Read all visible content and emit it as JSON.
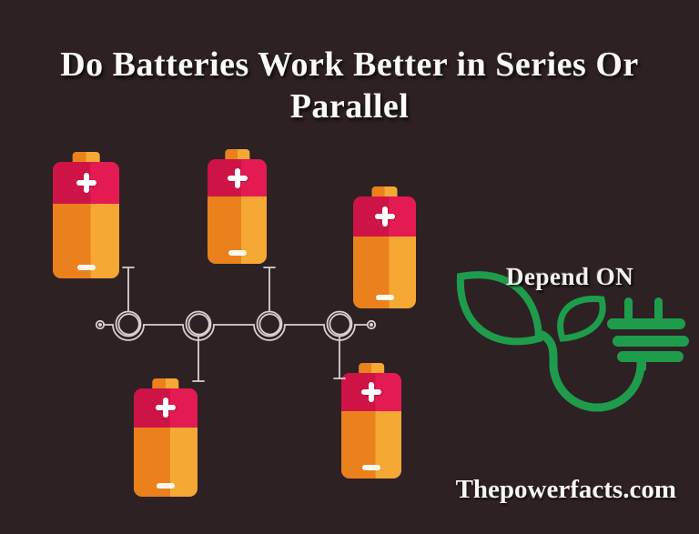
{
  "title": "Do Batteries Work Better in Series Or Parallel",
  "branding": {
    "logo_text": "Depend ON",
    "logo_icon": "leaf-plug-icon",
    "website": "Thepowerfacts.com"
  },
  "diagram": {
    "batteries": [
      {
        "name": "battery-top-left",
        "positive_symbol": "+",
        "negative_symbol": "-"
      },
      {
        "name": "battery-top-middle",
        "positive_symbol": "+",
        "negative_symbol": "-"
      },
      {
        "name": "battery-right",
        "positive_symbol": "+",
        "negative_symbol": "-"
      },
      {
        "name": "battery-bottom-left",
        "positive_symbol": "+",
        "negative_symbol": "-"
      },
      {
        "name": "battery-bottom-right",
        "positive_symbol": "+",
        "negative_symbol": "-"
      }
    ],
    "circuit": {
      "node_count": 4,
      "terminal_count": 2
    }
  },
  "colors": {
    "background": "#2d2124",
    "battery_orange_dark": "#ea811c",
    "battery_orange_light": "#f5a834",
    "battery_red_dark": "#ce1447",
    "battery_red_light": "#e41b52",
    "wire": "#d9d2cc",
    "logo_green": "#1e9c4b",
    "text": "#fbfaf6"
  }
}
